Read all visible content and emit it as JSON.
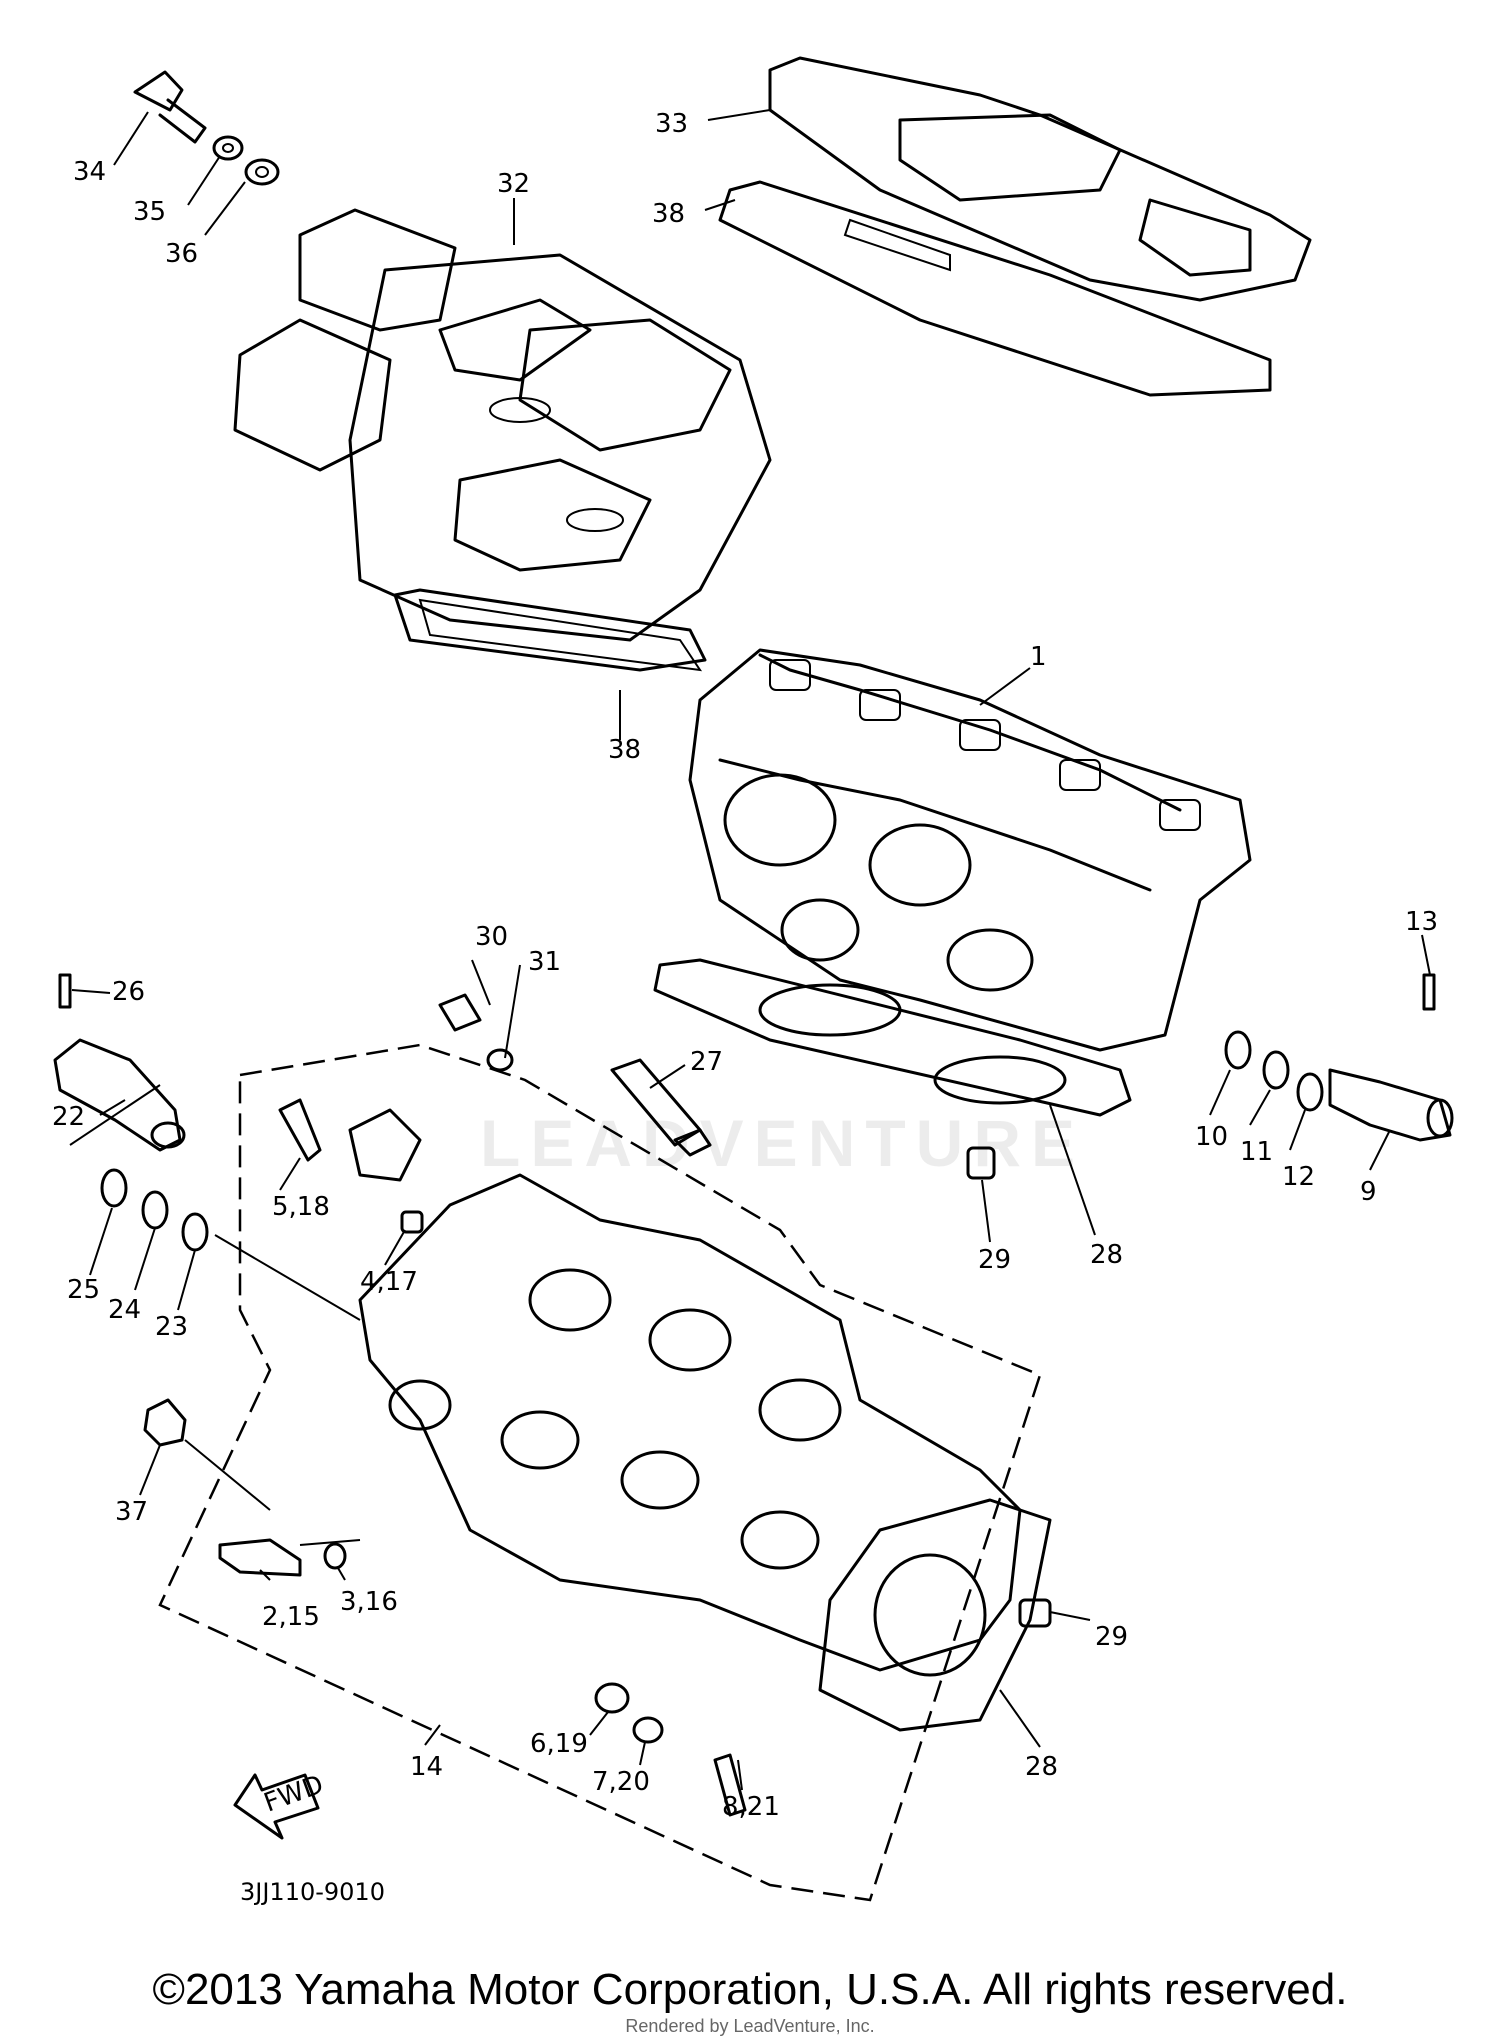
{
  "watermark": "LEADVENTURE",
  "callouts": [
    "34",
    "35",
    "36",
    "32",
    "33",
    "38",
    "38",
    "1",
    "30",
    "31",
    "26",
    "22",
    "27",
    "13",
    "10",
    "11",
    "12",
    "9",
    "28",
    "29",
    "5,18",
    "4,17",
    "25",
    "24",
    "23",
    "37",
    "2,15",
    "3,16",
    "6,19",
    "7,20",
    "14",
    "8,21",
    "28",
    "29"
  ],
  "fwd_arrow": "FWD",
  "diagram_code": "3JJ110-9010",
  "copyright": "©2013 Yamaha Motor Corporation, U.S.A. All rights reserved.",
  "rendered_by": "Rendered by LeadVenture, Inc."
}
